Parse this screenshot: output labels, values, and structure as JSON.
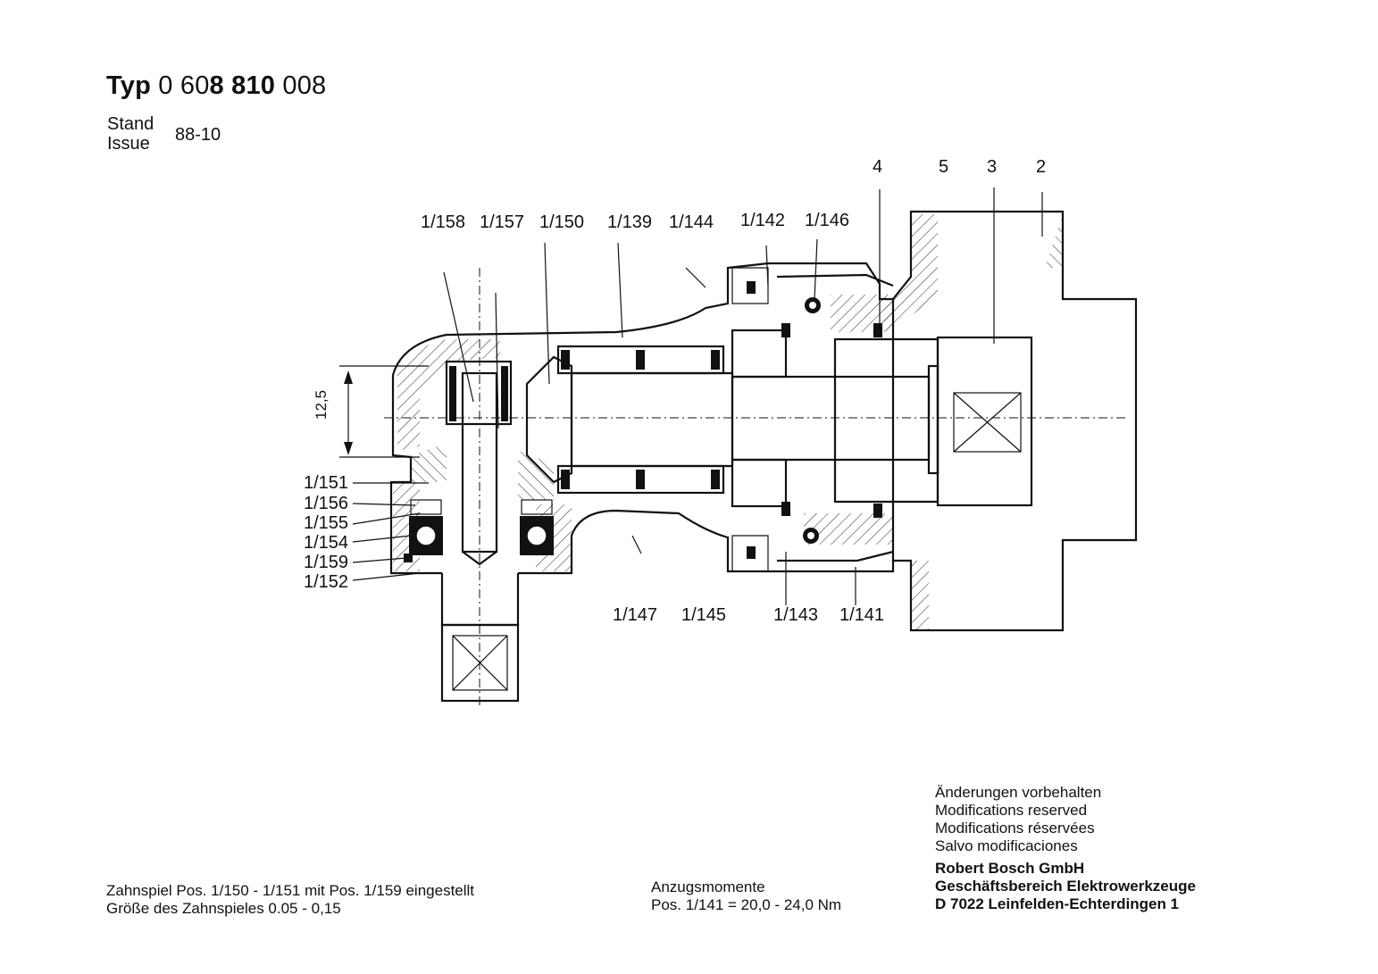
{
  "header": {
    "typ_word": "Typ",
    "typ_prefix": "0 60",
    "typ_bold": "8 810",
    "typ_suffix": "008",
    "stand_label": "Stand",
    "issue_label": "Issue",
    "date": "88-10"
  },
  "callouts": {
    "top_right": [
      "4",
      "5",
      "3",
      "2"
    ],
    "top": [
      "1/158",
      "1/157",
      "1/150",
      "1/139",
      "1/144",
      "1/142",
      "1/146"
    ],
    "left": [
      "1/151",
      "1/156",
      "1/155",
      "1/154",
      "1/159",
      "1/152"
    ],
    "bottom": [
      "1/147",
      "1/145",
      "1/143",
      "1/141"
    ],
    "dimension": "12,5"
  },
  "notes": {
    "zahnspiel_line1": "Zahnspiel Pos. 1/150 - 1/151 mit Pos. 1/159 eingestellt",
    "zahnspiel_line2": "Größe des Zahnspieles 0.05 - 0,15",
    "anzug_title": "Anzugsmomente",
    "anzug_value": "Pos. 1/141 = 20,0 - 24,0 Nm"
  },
  "disclaimer": [
    "Änderungen vorbehalten",
    "Modifications reserved",
    "Modifications réservées",
    "Salvo modificaciones"
  ],
  "company": {
    "name": "Robert Bosch GmbH",
    "division": "Geschäftsbereich Elektrowerkzeuge",
    "address": "D 7022 Leinfelden-Echterdingen 1"
  }
}
